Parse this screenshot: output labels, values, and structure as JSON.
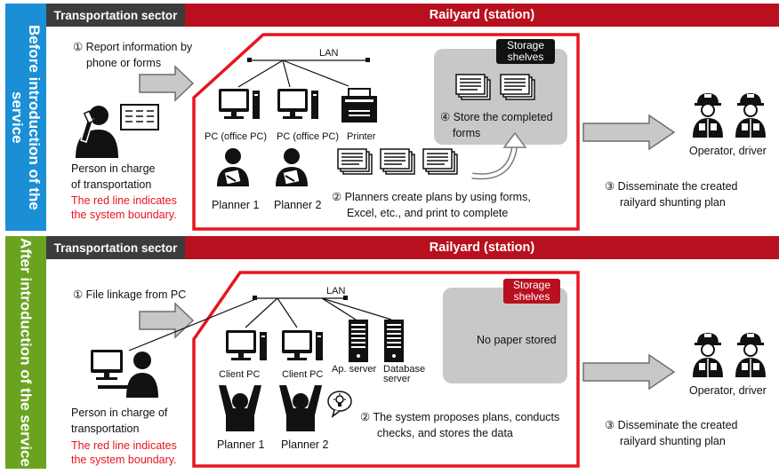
{
  "before": {
    "side_label": "Before introduction of the service",
    "transport_header": "Transportation sector",
    "railyard_header": "Railyard (station)",
    "step1": [
      "① Report information by",
      "phone or forms"
    ],
    "person": [
      "Person in charge",
      "of transportation"
    ],
    "red_note": [
      "The red line indicates",
      "the system boundary."
    ],
    "lan": "LAN",
    "pc1": "PC (office PC)",
    "pc2": "PC (office PC)",
    "printer": "Printer",
    "planner1": "Planner 1",
    "planner2": "Planner 2",
    "storage": [
      "Storage",
      "shelves"
    ],
    "step4": [
      "④ Store the completed",
      "forms"
    ],
    "step2": [
      "② Planners create plans by using forms,",
      "Excel, etc., and print to complete"
    ],
    "step3": [
      "③ Disseminate the created",
      "railyard shunting plan"
    ],
    "operator": "Operator, driver"
  },
  "after": {
    "side_label": "After introduction of the service",
    "transport_header": "Transportation sector",
    "railyard_header": "Railyard (station)",
    "step1": "① File linkage from PC",
    "person": [
      "Person in charge of",
      "transportation"
    ],
    "red_note": [
      "The red line indicates",
      "the system boundary."
    ],
    "lan": "LAN",
    "pc1": "Client PC",
    "pc2": "Client PC",
    "ap_server": "Ap. server",
    "db_server": [
      "Database",
      "server"
    ],
    "planner1": "Planner 1",
    "planner2": "Planner 2",
    "storage": [
      "Storage",
      "shelves"
    ],
    "no_paper": "No paper stored",
    "step2": [
      "② The system proposes plans, conducts",
      "checks, and stores the data"
    ],
    "step3": [
      "③ Disseminate the created",
      "railyard shunting plan"
    ],
    "operator": "Operator, driver"
  },
  "colors": {
    "before_side": "#1a8fd6",
    "after_side": "#6aa320",
    "header_dark": "#3c3c3c",
    "header_red": "#b8101f",
    "boundary": "#e8141e",
    "shelf": "#c8c8c8"
  },
  "icons": [
    "arrow-right-icon",
    "phone-person-icon",
    "form-icon",
    "pc-icon",
    "printer-icon",
    "planner-icon",
    "document-stack-icon",
    "curved-arrow-icon",
    "worker-icon",
    "server-icon",
    "cheering-person-icon",
    "lightbulb-icon",
    "desktop-person-icon"
  ]
}
